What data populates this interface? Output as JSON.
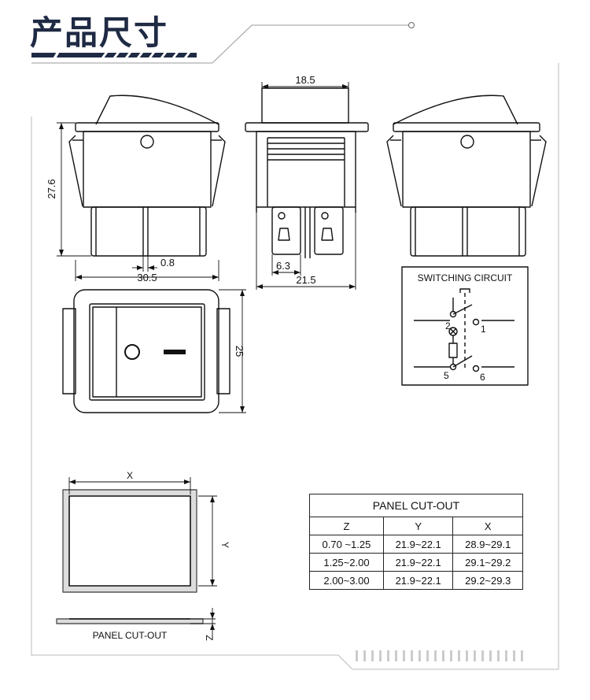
{
  "header": {
    "title": "产品尺寸"
  },
  "dimensions": {
    "top_width": "18.5",
    "height": "27.6",
    "pin_width": "0.8",
    "body_width": "30.5",
    "pin_pitch": "6.3",
    "depth": "21.5",
    "front_height": "25"
  },
  "circuit": {
    "title": "SWITCHING CIRCUIT",
    "terminals": [
      "2",
      "1",
      "5",
      "6"
    ]
  },
  "front": {
    "on_symbol": "O",
    "off_symbol": "—"
  },
  "cutout_drawing": {
    "x_label": "X",
    "y_label": "Y",
    "z_label": "Z",
    "caption": "PANEL CUT-OUT"
  },
  "cutout_table": {
    "title": "PANEL CUT-OUT",
    "columns": [
      "Z",
      "Y",
      "X"
    ],
    "rows": [
      [
        "0.70 ~1.25",
        "21.9~22.1",
        "28.9~29.1"
      ],
      [
        "1.25~2.00",
        "21.9~22.1",
        "29.1~29.2"
      ],
      [
        "2.00~3.00",
        "21.9~22.1",
        "29.2~29.3"
      ]
    ]
  }
}
